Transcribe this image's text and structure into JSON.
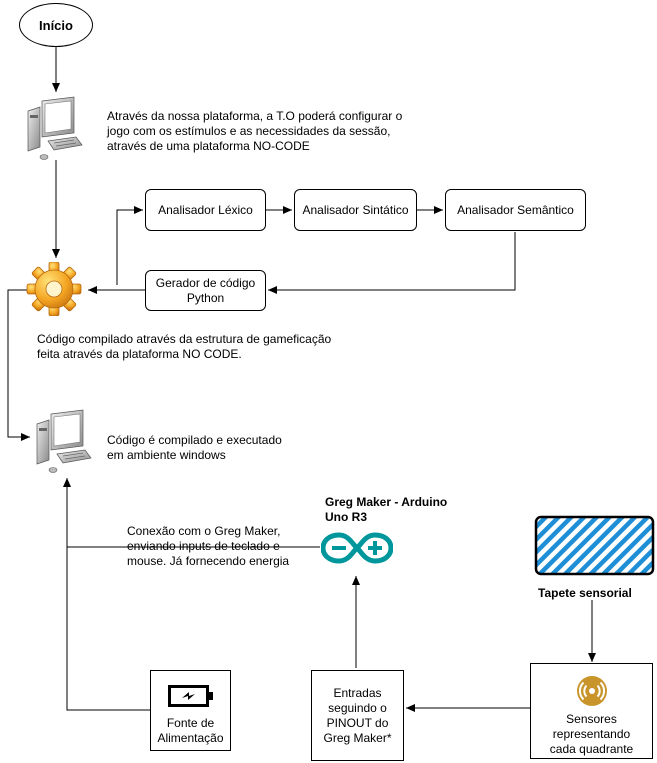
{
  "start": {
    "label": "Início"
  },
  "computer_top": {
    "caption": [
      "Através da nossa plataforma, a T.O poderá configurar o",
      "jogo com os estímulos e as necessidades da sessão,",
      "através de uma plataforma NO-CODE"
    ]
  },
  "compiler": {
    "lexical": "Analisador Léxico",
    "syntactic": "Analisador Sintático",
    "semantic": "Analisador Semântico",
    "generator": [
      "Gerador de código",
      "Python"
    ]
  },
  "gear": {
    "caption": [
      "Código compilado através da estrutura de gameficação",
      "feita através da plataforma NO CODE."
    ]
  },
  "computer_bottom": {
    "caption": [
      "Código é compilado e executado",
      "em ambiente windows"
    ]
  },
  "arduino": {
    "title": [
      "Greg Maker - Arduino",
      "Uno R3"
    ]
  },
  "connection": {
    "caption": [
      "Conexão com o Greg Maker,",
      "enviando inputs de teclado e",
      "mouse. Já fornecendo energia"
    ]
  },
  "mat": {
    "label": "Tapete sensorial",
    "color": "#1e8fd6"
  },
  "power": {
    "label": [
      "Fonte de",
      "Alimentação"
    ]
  },
  "inputs": {
    "label": [
      "Entradas",
      "seguindo o",
      "PINOUT do",
      "Greg Maker*"
    ]
  },
  "sensors": {
    "label": [
      "Sensores",
      "representando",
      "cada quadrante"
    ],
    "color": "#c9952b"
  },
  "icons": [
    "computer-icon",
    "gear-icon",
    "arduino-icon",
    "battery-icon",
    "sensor-icon"
  ]
}
